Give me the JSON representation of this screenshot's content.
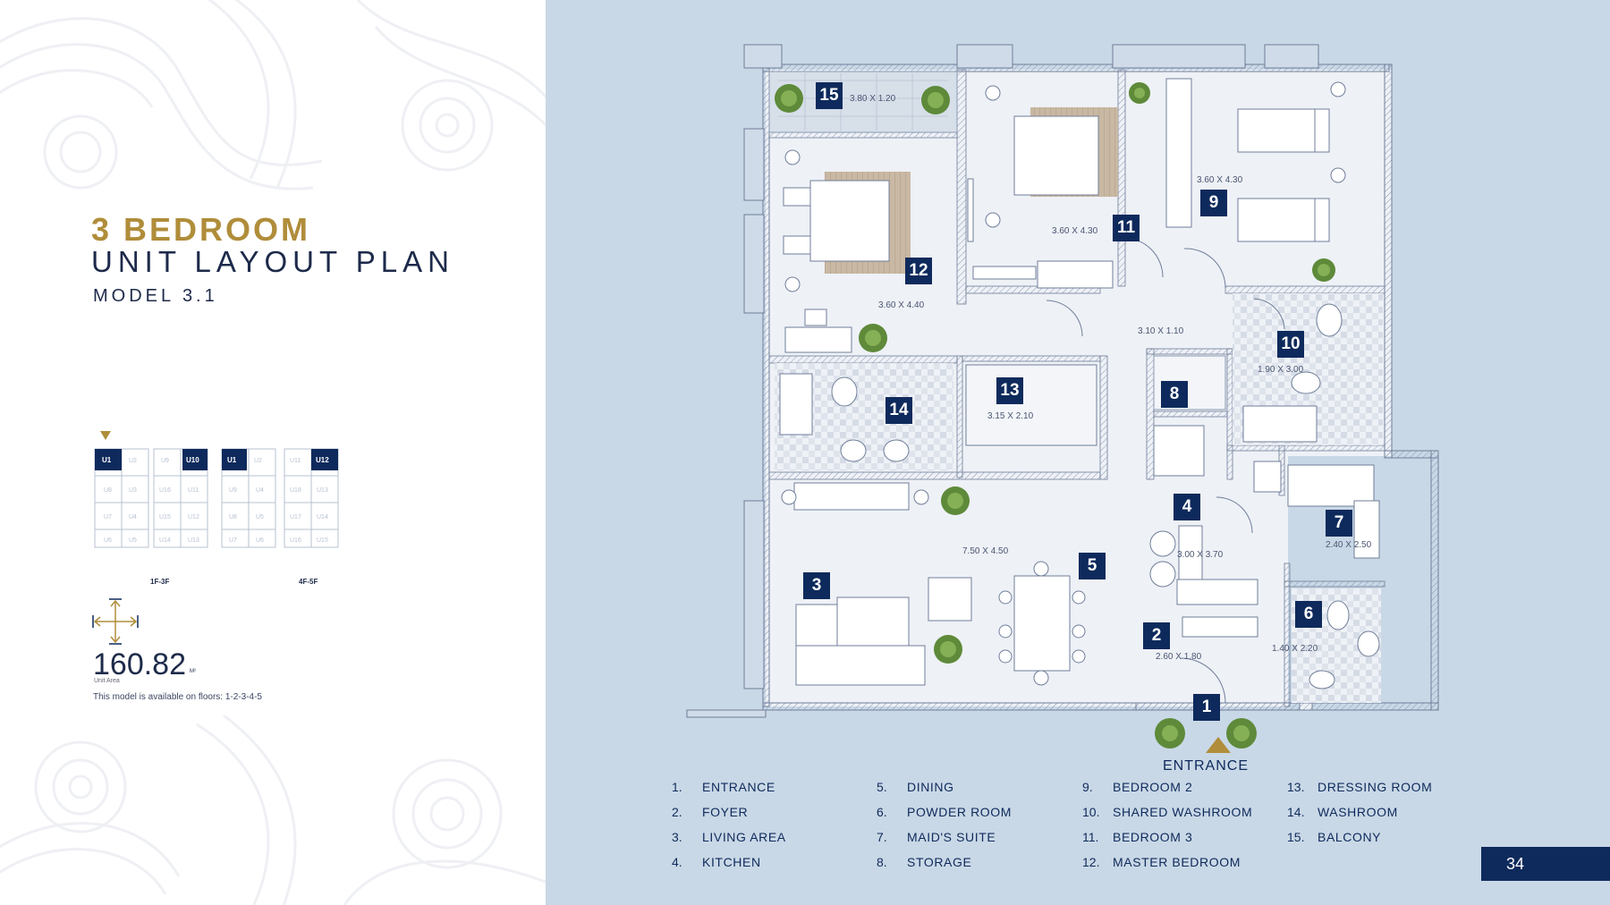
{
  "title": {
    "line1": "3 BEDROOM",
    "line2": "UNIT LAYOUT PLAN",
    "model": "MODEL 3.1"
  },
  "key_plan": {
    "floors_a_label": "1F-3F",
    "floors_b_label": "4F-5F",
    "highlighted_units": [
      "U1",
      "U10",
      "U1",
      "U12"
    ],
    "other_units": [
      "U2",
      "U3",
      "U4",
      "U5",
      "U6",
      "U7",
      "U8",
      "U9",
      "U11",
      "U13",
      "U14",
      "U15",
      "U16",
      "U17",
      "U18"
    ]
  },
  "area": {
    "value": "160.82",
    "unit": "M²",
    "caption": "Unit Area",
    "availability": "This model is available on floors: 1-2-3-4-5"
  },
  "rooms": [
    {
      "number": "1",
      "name": "ENTRANCE",
      "dimensions": ""
    },
    {
      "number": "2",
      "name": "FOYER",
      "dimensions": "2.60 X 1.80"
    },
    {
      "number": "3",
      "name": "LIVING AREA",
      "dimensions": "7.50 X 4.50"
    },
    {
      "number": "4",
      "name": "KITCHEN",
      "dimensions": "3.00 X 3.70"
    },
    {
      "number": "5",
      "name": "DINING",
      "dimensions": ""
    },
    {
      "number": "6",
      "name": "POWDER ROOM",
      "dimensions": "1.40 X 2.20"
    },
    {
      "number": "7",
      "name": "MAID'S SUITE",
      "dimensions": "2.40 X 2.50"
    },
    {
      "number": "8",
      "name": "STORAGE",
      "dimensions": ""
    },
    {
      "number": "9",
      "name": "BEDROOM 2",
      "dimensions": "3.60 X 4.30"
    },
    {
      "number": "10",
      "name": "SHARED WASHROOM",
      "dimensions": "1.90 X 3.00"
    },
    {
      "number": "11",
      "name": "BEDROOM 3",
      "dimensions": "3.60 X 4.30"
    },
    {
      "number": "12",
      "name": "MASTER BEDROOM",
      "dimensions": "3.60 X 4.40"
    },
    {
      "number": "13",
      "name": "DRESSING ROOM",
      "dimensions": "3.15 X 2.10"
    },
    {
      "number": "14",
      "name": "WASHROOM",
      "dimensions": ""
    },
    {
      "number": "15",
      "name": "BALCONY",
      "dimensions": "3.80 X 1.20"
    }
  ],
  "corridor_dimensions": "3.10 X 1.10",
  "entrance_label": "ENTRANCE",
  "page_number": "34",
  "colors": {
    "gold": "#b08d3a",
    "navy": "#0e2a5c",
    "background_blue": "#c9d8e6"
  }
}
